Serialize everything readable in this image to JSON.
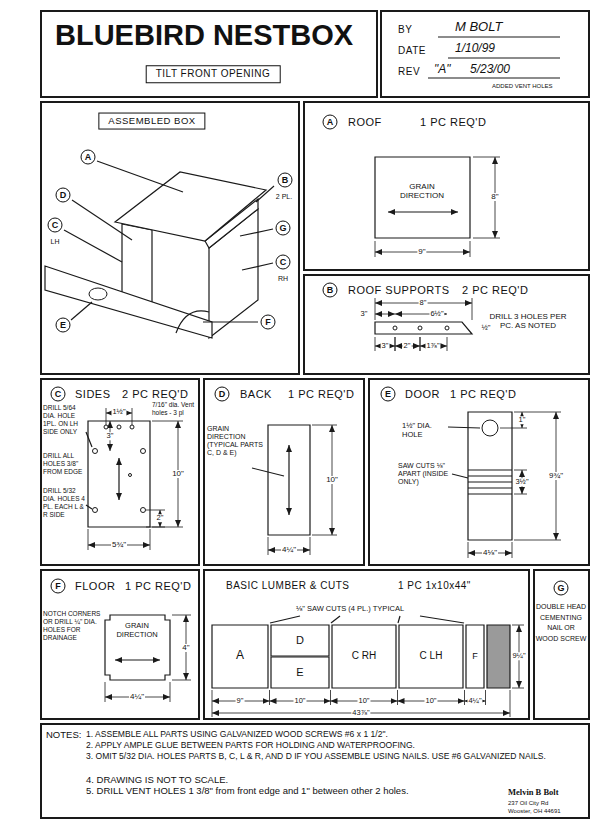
{
  "diagram": {
    "title": "BLUEBIRD NESTBOX",
    "nodes": [
      {
        "text": [
          "TILT FRONT OPENING"
        ]
      },
      {
        "text": [
          "BY",
          "M BOLT",
          "DATE",
          "1/10/99",
          "REV",
          "\"A\"",
          "5/23/00",
          "ADDED VENT HOLES"
        ]
      },
      {
        "text": [
          "ASSEMBLED BOX",
          "A",
          "D",
          "C",
          "LH",
          "E",
          "B",
          "2 PL.",
          "G",
          "C",
          "RH",
          "F"
        ]
      },
      {
        "text": [
          "A",
          "ROOF",
          "1 PC REQ'D",
          "GRAIN DIRECTION",
          "8\"",
          "9\""
        ]
      },
      {
        "text": [
          "B",
          "ROOF SUPPORTS",
          "2 PC REQ'D",
          "8\"",
          "3\"",
          "6½\"",
          "3\"",
          "2\"",
          "1⅞\"",
          "½\"",
          "DRILL 3 HOLES PER PC. AS NOTED"
        ]
      },
      {
        "text": [
          "C",
          "SIDES",
          "2 PC REQ'D",
          "7/16\" dia. Vent holes - 3 pl",
          "1½\"",
          "DRILL 5/64 DIA. HOLE 1PL. ON LH SIDE ONLY",
          "3\"",
          "10\"",
          "DRILL ALL HOLES 3/8\" FROM EDGE",
          "2\"",
          "DRILL 5/32 DIA. HOLES 4 PL. EACH L & R SIDE",
          "5¾\""
        ]
      },
      {
        "text": [
          "D",
          "BACK",
          "1 PC REQ'D",
          "GRAIN DIRECTION (TYPICAL PARTS C, D & E)",
          "10\"",
          "4¼\""
        ]
      },
      {
        "text": [
          "E",
          "DOOR",
          "1 PC REQ'D",
          "1½\" DIA. HOLE",
          "1\"",
          "SAW CUTS ⅛\" APART (INSIDE ONLY)",
          "3½\"",
          "9¾\"",
          "4⅛\""
        ]
      },
      {
        "text": [
          "F",
          "FLOOR",
          "1 PC REQ'D",
          "NOTCH CORNERS OR DRILL ¼\" DIA. HOLES FOR DRAINAGE",
          "GRAIN DIRECTION",
          "4\"",
          "4¼\""
        ]
      },
      {
        "text": [
          "BASIC LUMBER & CUTS",
          "1 PC 1x10x44\"",
          "⅛\" SAW CUTS (4 PL.) TYPICAL",
          "A",
          "D",
          "E",
          "C RH",
          "C LH",
          "F",
          "9¼\"",
          "9\"",
          "10\"",
          "10\"",
          "10\"",
          "4¼\"",
          "43⅞\""
        ]
      },
      {
        "text": [
          "G",
          "DOUBLE HEAD CEMENTING NAIL OR WOOD SCREW"
        ]
      },
      {
        "text": [
          "NOTES:",
          "1. ASSEMBLE ALL PARTS USING GALVANIZED WOOD SCREWS #6 x 1 1/2\".",
          "2. APPLY AMPLE GLUE BETWEEN PARTS FOR HOLDING AND WATERPROOFING.",
          "3. OMIT 5/32 DIA. HOLES PARTS B, C, L & R, AND D IF YOU ASSEMBLE USING NAILS. USE #6 GALVANIZED NAILS.",
          "4. DRAWING IS NOT TO SCALE.",
          "5. DRILL VENT HOLES 1 3/8\" from front edge and 1\" between other 2 holes.",
          "Melvin B Bolt",
          "237 Oil City Rd",
          "Wooster, OH 44691"
        ]
      }
    ]
  }
}
